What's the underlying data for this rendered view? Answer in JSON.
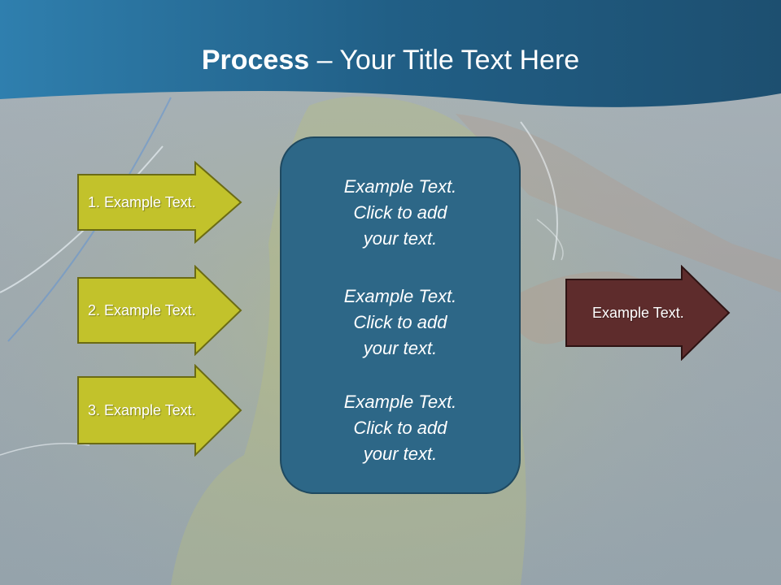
{
  "title": {
    "bold": "Process",
    "rest": " – Your Title Text Here"
  },
  "left_arrows": [
    {
      "label": "1. Example Text."
    },
    {
      "label": "2. Example Text."
    },
    {
      "label": "3. Example Text."
    }
  ],
  "center_box": {
    "blocks": [
      {
        "line1": "Example Text.",
        "line2": "Click  to add",
        "line3": "your text."
      },
      {
        "line1": "Example Text.",
        "line2": "Click  to add",
        "line3": "your text."
      },
      {
        "line1": "Example Text.",
        "line2": "Click  to add",
        "line3": "your text."
      }
    ]
  },
  "right_arrow": {
    "label": "Example Text."
  },
  "colors": {
    "header": "#2b6a8f",
    "arrow_fill": "#c2c22b",
    "arrow_border": "#6b6b14",
    "center_fill": "#2d6787",
    "right_arrow_fill": "#5e2c2c"
  }
}
